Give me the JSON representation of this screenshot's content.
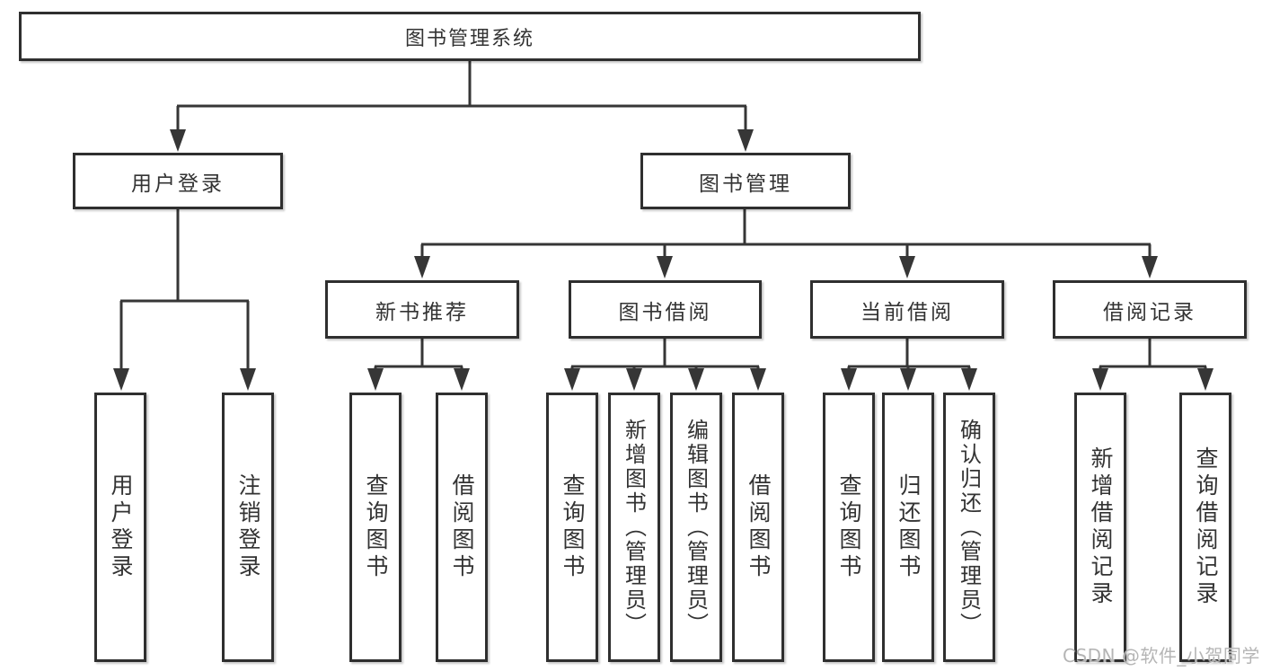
{
  "colors": {
    "line": "#363636",
    "box_border": "#2f2f2f",
    "text": "#333333",
    "background": "#ffffff",
    "watermark_gray": "#b5b5b5"
  },
  "tree": {
    "label": "图书管理系统",
    "children": [
      {
        "label": "用户登录",
        "children": [
          {
            "label": "用户登录"
          },
          {
            "label": "注销登录"
          }
        ]
      },
      {
        "label": "图书管理",
        "children": [
          {
            "label": "新书推荐",
            "children": [
              {
                "label": "查询图书"
              },
              {
                "label": "借阅图书"
              }
            ]
          },
          {
            "label": "图书借阅",
            "children": [
              {
                "label": "查询图书"
              },
              {
                "label": "新增图书（管理员）"
              },
              {
                "label": "编辑图书（管理员）"
              },
              {
                "label": "借阅图书"
              }
            ]
          },
          {
            "label": "当前借阅",
            "children": [
              {
                "label": "查询图书"
              },
              {
                "label": "归还图书"
              },
              {
                "label": "确认归还（管理员）"
              }
            ]
          },
          {
            "label": "借阅记录",
            "children": [
              {
                "label": "新增借阅记录"
              },
              {
                "label": "查询借阅记录"
              }
            ]
          }
        ]
      }
    ]
  },
  "watermark": "CSDN @软件_小贺同学"
}
